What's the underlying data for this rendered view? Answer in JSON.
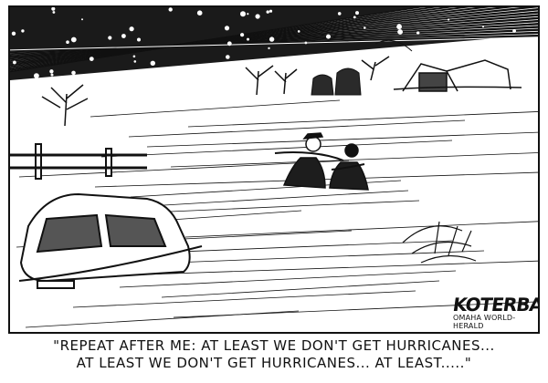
{
  "cartoon": {
    "signature": "KOTERBA",
    "publication": "OMAHA WORLD-HERALD",
    "caption_line_1": "\"REPEAT AFTER ME: AT LEAST WE DON'T GET HURRICANES...",
    "caption_line_2": "AT LEAST WE DON'T GET HURRICANES... AT LEAST.....\""
  },
  "colors": {
    "ink": "#111111",
    "paper": "#ffffff"
  }
}
